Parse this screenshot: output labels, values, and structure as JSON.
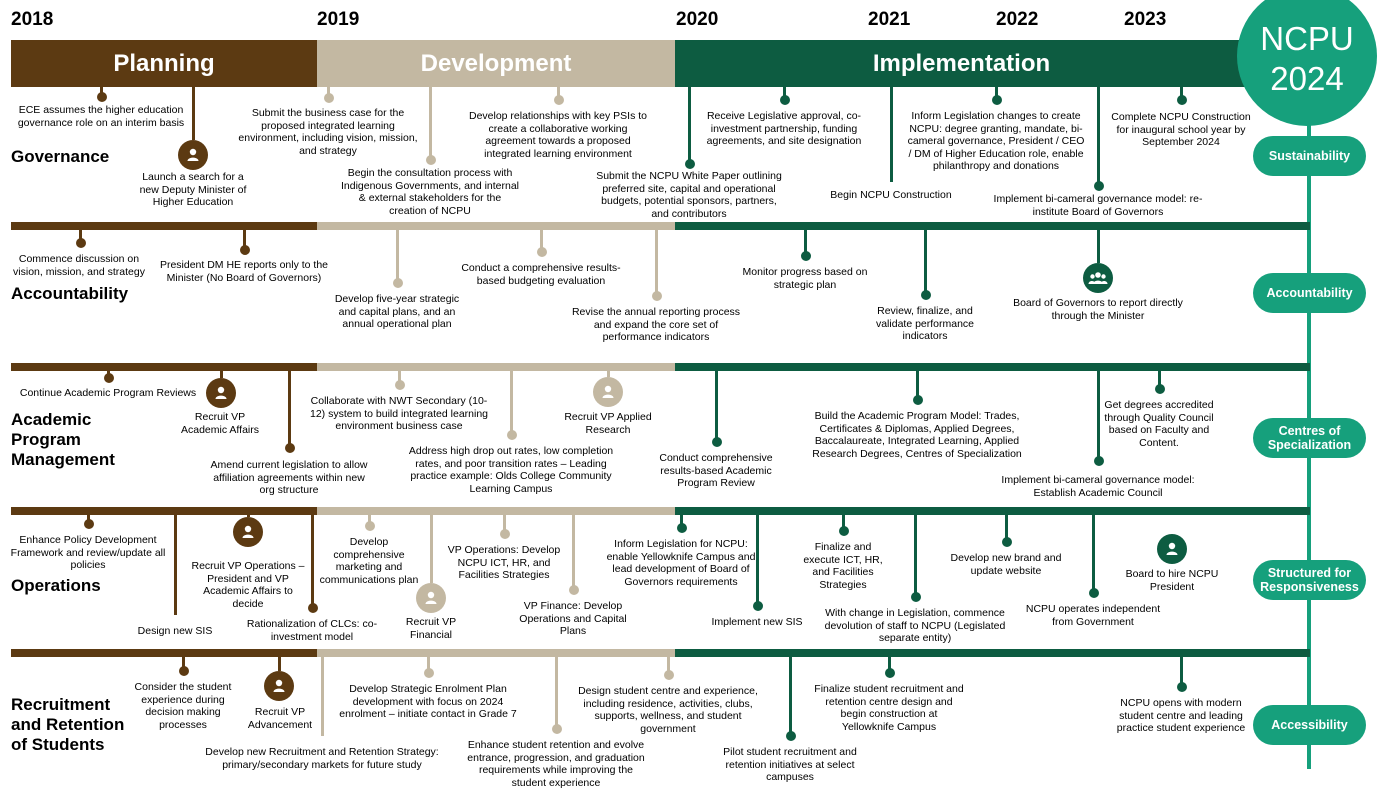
{
  "years": [
    "2018",
    "2019",
    "2020",
    "2021",
    "2022",
    "2023"
  ],
  "phases": {
    "planning": "Planning",
    "development": "Development",
    "implementation": "Implementation"
  },
  "badge": {
    "line1": "NCPU",
    "line2": "2024"
  },
  "colors": {
    "planning": "#5c3a12",
    "development": "#c3b8a2",
    "implementation": "#0d5c41",
    "accent": "#16a07c"
  },
  "sections": {
    "governance": "Governance",
    "accountability": "Accountability",
    "academic": [
      "Academic",
      "Program",
      "Management"
    ],
    "operations": "Operations",
    "recruitment": [
      "Recruitment",
      "and Retention",
      "of Students"
    ]
  },
  "pillars": [
    "Sustainability",
    "Accountability",
    "Centres of Specialization",
    "Structured for Responsiveness",
    "Accessibility"
  ],
  "items": {
    "g1": "ECE assumes the higher education governance role on an interim basis",
    "g2": "Launch a search for a new Deputy Minister of Higher Education",
    "g3": "Submit the business case for the proposed integrated learning environment, including vision, mission, and strategy",
    "g4": "Begin the consultation process with Indigenous Governments, and internal & external stakeholders for the creation of NCPU",
    "g5": "Develop relationships with key PSIs to create a collaborative working agreement towards a proposed integrated learning environment",
    "g6": "Submit the NCPU White Paper outlining preferred site, capital and operational budgets, potential sponsors, partners, and contributors",
    "g7": "Receive Legislative approval, co-investment partnership, funding agreements, and site designation",
    "g8": "Begin NCPU Construction",
    "g9": "Inform Legislation changes to create NCPU: degree granting, mandate, bi-cameral governance, President / CEO / DM of Higher Education role, enable philanthropy and donations",
    "g10": "Implement bi-cameral governance model: re-institute Board of Governors",
    "g11": "Complete NCPU Construction for inaugural school year by September 2024",
    "a1": "Commence discussion on vision, mission, and strategy",
    "a2": "President DM HE reports only to the Minister (No Board of Governors)",
    "a3": "Develop five-year strategic and capital plans, and an annual operational plan",
    "a4": "Conduct a comprehensive results-based budgeting evaluation",
    "a5": "Revise the annual reporting process and expand the core set of performance indicators",
    "a6": "Monitor progress based on strategic plan",
    "a7": "Review, finalize, and validate performance indicators",
    "a8": "Board of Governors to report directly through the Minister",
    "p1": "Continue Academic Program Reviews",
    "p2": "Recruit VP Academic Affairs",
    "p3": "Amend current legislation to allow affiliation agreements within new org structure",
    "p4": "Collaborate with NWT Secondary (10-12) system to build integrated learning environment business case",
    "p5": "Address high drop out rates, low completion rates, and poor transition rates – Leading practice example: Olds College Community Learning Campus",
    "p6": "Recruit VP Applied Research",
    "p7": "Conduct comprehensive results-based Academic Program Review",
    "p8": "Build the Academic Program Model: Trades, Certificates & Diplomas, Applied Degrees, Baccalaureate, Integrated Learning, Applied Research Degrees, Centres of Specialization",
    "p9": "Get degrees accredited through Quality Council based on Faculty and Content.",
    "p10": "Implement bi-cameral governance model: Establish Academic Council",
    "o1": "Enhance Policy Development Framework and review/update all policies",
    "o2": "Design new SIS",
    "o3": "Recruit VP Operations – President and VP Academic Affairs to decide",
    "o4": "Rationalization of CLCs: co-investment model",
    "o5": "Develop comprehensive marketing and communications plan",
    "o6": "Recruit VP Financial",
    "o7": "VP Operations: Develop NCPU ICT, HR, and Facilities Strategies",
    "o8": "VP Finance: Develop Operations and Capital Plans",
    "o9": "Inform Legislation for NCPU: enable Yellowknife Campus and lead development of Board of Governors requirements",
    "o10": "Implement new SIS",
    "o11": "Finalize and execute ICT, HR, and Facilities Strategies",
    "o12": "With change in Legislation, commence devolution of staff to NCPU (Legislated separate entity)",
    "o13": "Develop new brand and update website",
    "o14": "NCPU operates independent from Government",
    "o15": "Board to hire NCPU President",
    "r1": "Consider the student experience during decision making processes",
    "r2": "Recruit VP Advancement",
    "r3": "Develop new Recruitment and Retention Strategy: primary/secondary markets for future study",
    "r4": "Develop Strategic Enrolment Plan development with focus on 2024 enrolment – initiate contact in Grade 7",
    "r5": "Enhance student retention and evolve entrance, progression, and graduation requirements while improving the student experience",
    "r6": "Design student centre and experience, including residence, activities, clubs, supports, wellness, and student government",
    "r7": "Pilot student recruitment and retention initiatives at select campuses",
    "r8": "Finalize student recruitment and retention centre design and begin construction at Yellowknife Campus",
    "r9": "NCPU opens with modern student centre and leading practice student experience"
  }
}
